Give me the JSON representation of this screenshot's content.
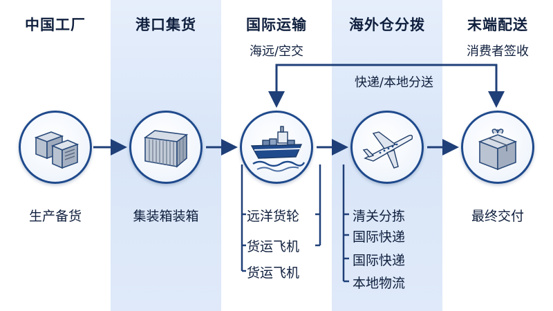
{
  "stages": [
    {
      "title": "中国工厂",
      "subtitle": "",
      "caption": "生产备货",
      "icon": "boxes-icon"
    },
    {
      "title": "港口集货",
      "subtitle": "",
      "caption": "集装箱装箱",
      "icon": "container-icon"
    },
    {
      "title": "国际运输",
      "subtitle": "海远/空交",
      "caption": "",
      "icon": "ship-icon"
    },
    {
      "title": "海外仓分拨",
      "subtitle": "",
      "caption": "",
      "icon": "airplane-icon"
    },
    {
      "title": "末端配送",
      "subtitle": "消费者签收",
      "caption": "最终交付",
      "icon": "package-icon"
    }
  ],
  "route_label": "快递/本地分送",
  "transport_options": [
    "远洋货轮",
    "货运飞机",
    "货运飞机"
  ],
  "warehouse_steps": [
    "清关分拣",
    "国际快递",
    "国际快递",
    "本地物流"
  ],
  "colors": {
    "accent": "#1f4a8c",
    "text": "#0f1f3d",
    "shade": "#dde8f8"
  }
}
